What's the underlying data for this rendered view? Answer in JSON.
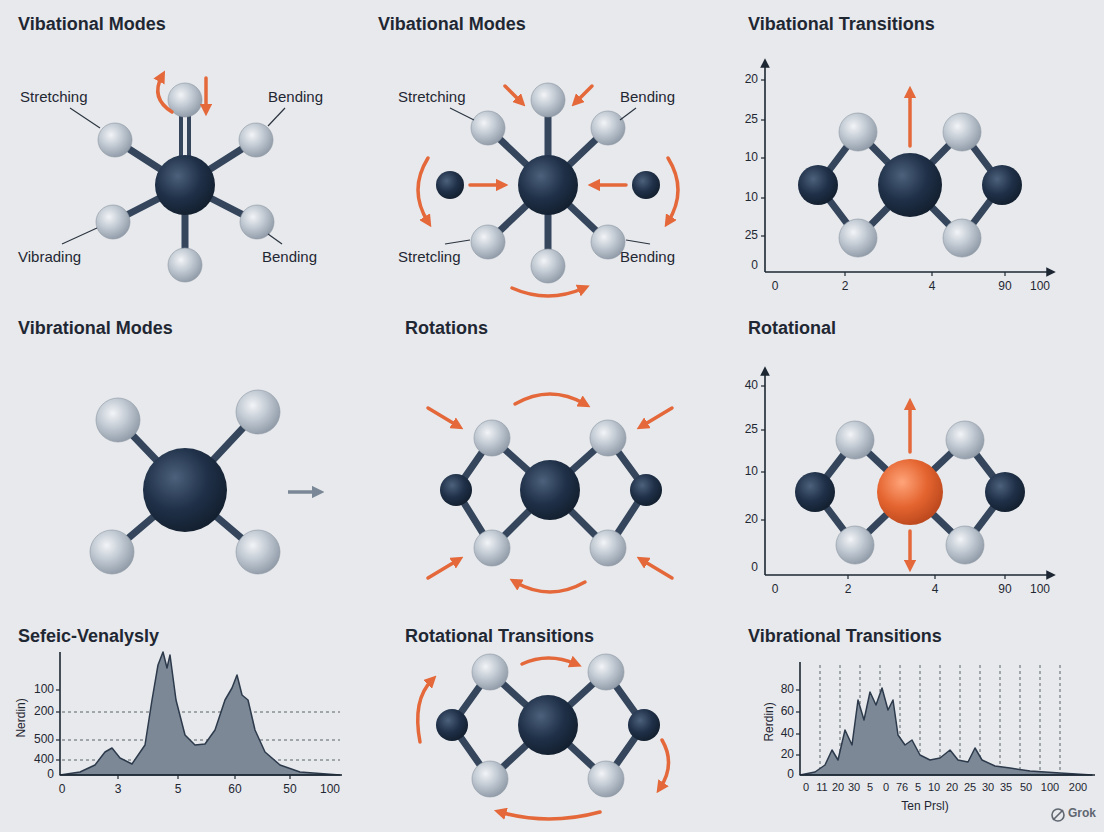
{
  "diagram": {
    "labels": [
      "Vibational Modes",
      "Stretching",
      "Bending",
      "Vibrading",
      "Bending",
      "Vibational Modes",
      "Stretching",
      "Bending",
      "Stretcling",
      "Bending",
      "Vibational Transitions",
      "20",
      "25",
      "10",
      "10",
      "25",
      "0",
      "0",
      "2",
      "4",
      "90",
      "100",
      "Vibrational Modes",
      "Rotations",
      "Rotational",
      "40",
      "25",
      "10",
      "20",
      "0",
      "0",
      "2",
      "4",
      "90",
      "100",
      "Sefeic-Venalysly",
      "Nerdin)",
      "100",
      "200",
      "500",
      "400",
      "0",
      "0",
      "3",
      "5",
      "60",
      "50",
      "100",
      "Rotational Transitions",
      "Vibrational Transitions",
      "Rerdin)",
      "80",
      "60",
      "40",
      "20",
      "0",
      "0",
      "11",
      "20",
      "30",
      "5",
      "0",
      "76",
      "5",
      "10",
      "20",
      "25",
      "30",
      "35",
      "50",
      "100",
      "200",
      "Ten Prsl)",
      "Grok"
    ]
  }
}
